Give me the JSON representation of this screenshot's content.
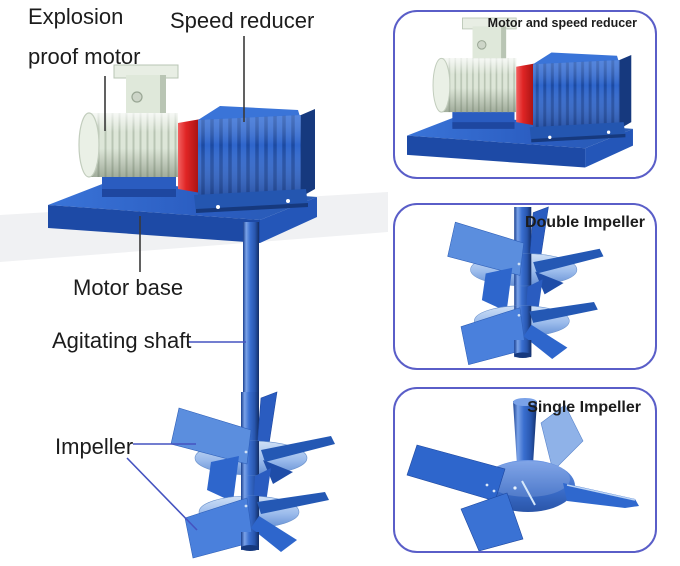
{
  "main_diagram": {
    "labels": {
      "explosion_proof_motor_line1": "Explosion",
      "explosion_proof_motor_line2": "proof motor",
      "speed_reducer": "Speed reducer",
      "motor_base": "Motor base",
      "agitating_shaft": "Agitating shaft",
      "impeller": "Impeller"
    }
  },
  "panels": [
    {
      "title": "Motor and speed reducer"
    },
    {
      "title": "Double Impeller"
    },
    {
      "title": "Single Impeller"
    }
  ],
  "colors": {
    "background": "#ffffff",
    "label_text": "#1c1c1c",
    "panel_border": "#5a5ec8",
    "leader_line_dark": "#3a3a3a",
    "leader_line_blue": "#4553c0",
    "machine_blue": "#2f66cc",
    "machine_blue_dark": "#1d4aa6",
    "machine_blue_deep": "#16397e",
    "machine_blue_light": "#7fa9e6",
    "hub_light": "#b9d2f2",
    "coupling_red": "#e02525",
    "coupling_red_dark": "#9e1010",
    "motor_body": "#dde6d8",
    "motor_shade": "#b2bfae"
  }
}
